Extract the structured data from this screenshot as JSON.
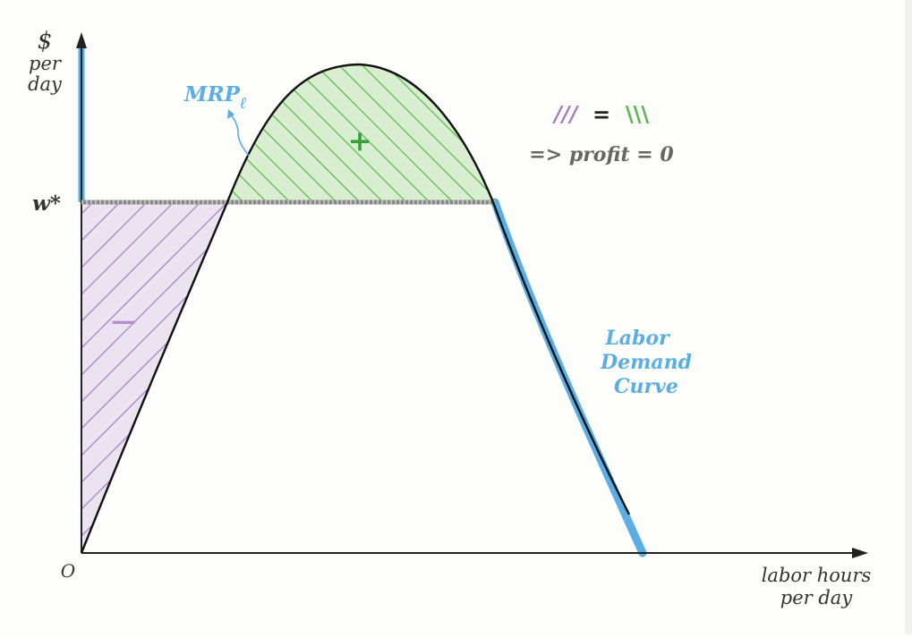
{
  "axes": {
    "y_label_line1": "$",
    "y_label_line2": "per",
    "y_label_line3": "day",
    "x_label_line1": "labor hours",
    "x_label_line2": "per day",
    "origin": "O",
    "w_star": "w*"
  },
  "curve": {
    "label_main": "MRP",
    "label_sub": "ℓ"
  },
  "regions": {
    "plus_sign": "+",
    "minus_sign": "—"
  },
  "legend": {
    "purple_hatch": "///",
    "equals": "=",
    "green_hatch": "\\\\\\",
    "conclusion": "=> profit = 0"
  },
  "labor_demand": {
    "line1": "Labor",
    "line2": "Demand",
    "line3": "Curve"
  },
  "colors": {
    "axis": "#222222",
    "curve": "#111111",
    "blue": "#5aaee3",
    "green_fill": "#d9edd1",
    "green_hatch": "#58b84a",
    "purple_fill": "#ece3f1",
    "purple_hatch": "#a77bc4",
    "wage_line": "#888888",
    "text_gray": "#666666",
    "plus_green": "#3aa03a",
    "minus_purple": "#b48bd0"
  }
}
